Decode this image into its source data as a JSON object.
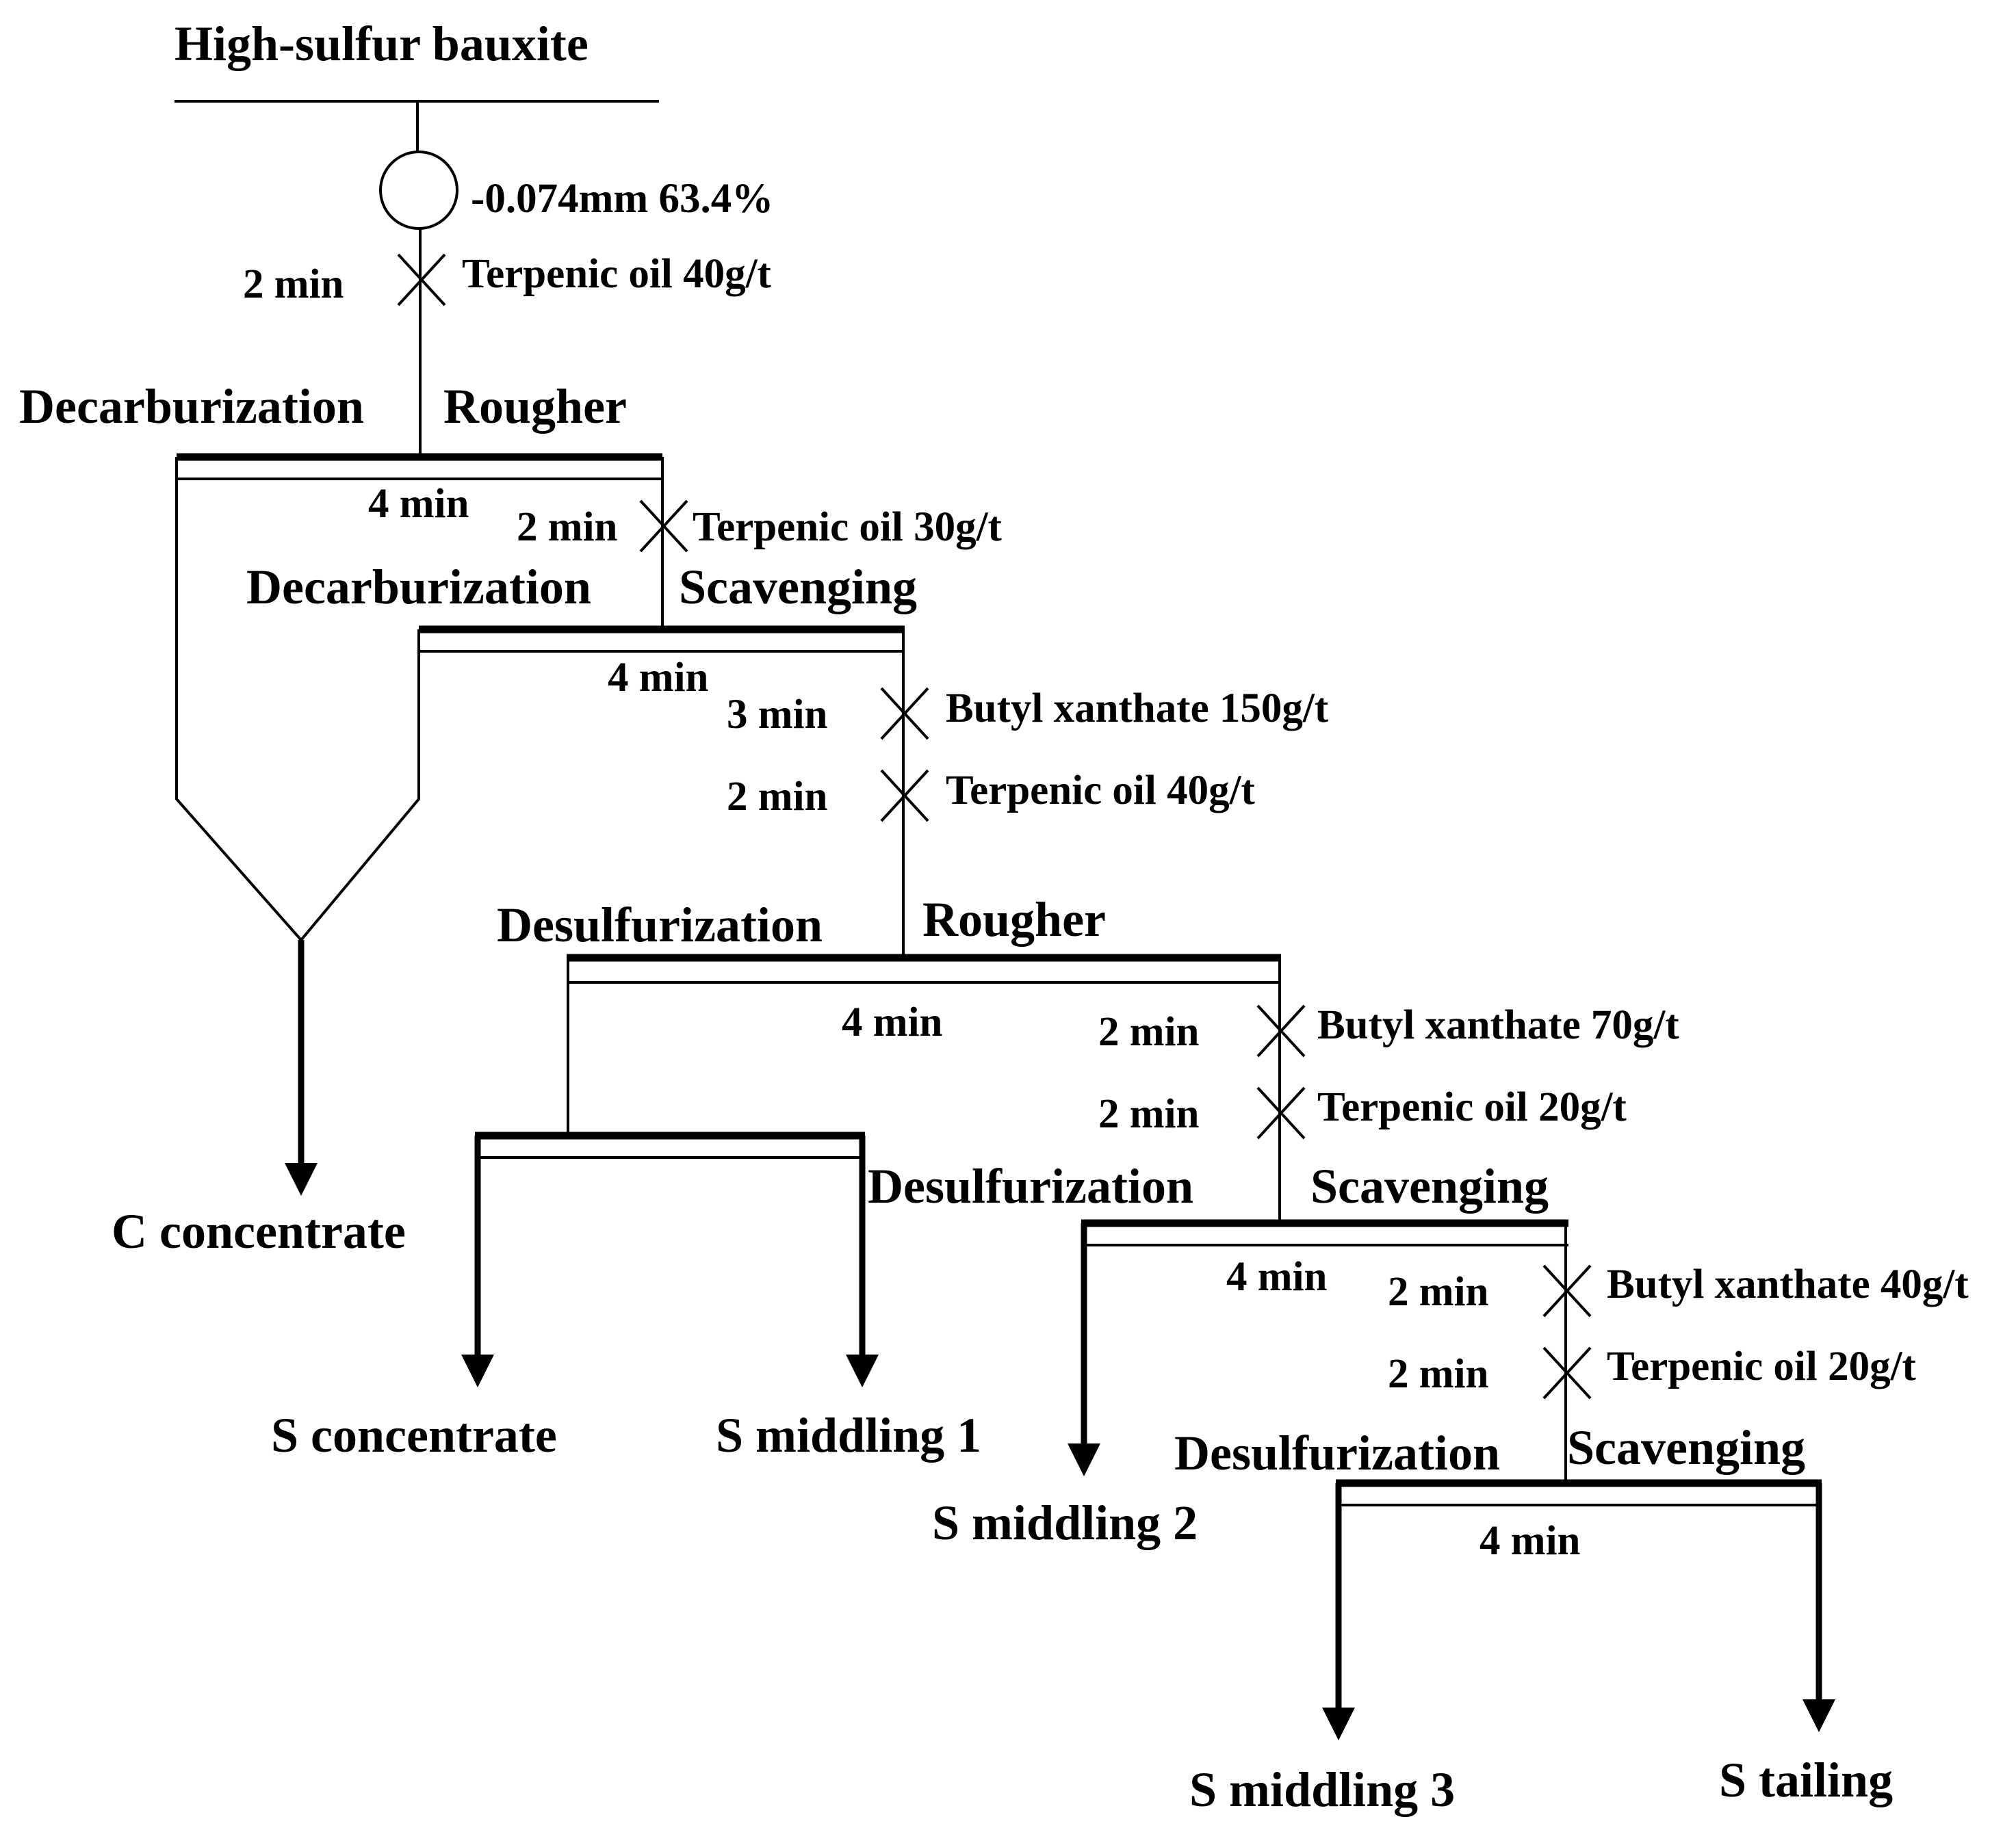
{
  "title": "High-sulfur bauxite",
  "grinding": "-0.074mm 63.4%",
  "stages": [
    {
      "op": "Decarburization",
      "type": "Rougher",
      "time": "4 min",
      "reagents": [
        {
          "time": "2 min",
          "label": "Terpenic oil 40g/t"
        }
      ]
    },
    {
      "op": "Decarburization",
      "type": "Scavenging",
      "time": "4 min",
      "reagents": [
        {
          "time": "2 min",
          "label": "Terpenic oil 30g/t"
        }
      ]
    },
    {
      "op": "Desulfurization",
      "type": "Rougher",
      "time": "4 min",
      "reagents": [
        {
          "time": "3 min",
          "label": "Butyl xanthate 150g/t"
        },
        {
          "time": "2 min",
          "label": "Terpenic oil 40g/t"
        }
      ]
    },
    {
      "op": "Desulfurization",
      "type": "Scavenging",
      "time": "4 min",
      "reagents": [
        {
          "time": "2 min",
          "label": "Butyl xanthate 70g/t"
        },
        {
          "time": "2 min",
          "label": "Terpenic oil 20g/t"
        }
      ]
    },
    {
      "op": "Desulfurization",
      "type": "Scavenging",
      "time": "4 min",
      "reagents": [
        {
          "time": "2 min",
          "label": "Butyl xanthate 40g/t"
        },
        {
          "time": "2 min",
          "label": "Terpenic oil 20g/t"
        }
      ]
    }
  ],
  "products": {
    "c_concentrate": "C concentrate",
    "s_concentrate": "S concentrate",
    "s_middling_1": "S middling 1",
    "s_middling_2": "S middling 2",
    "s_middling_3": "S middling 3",
    "s_tailing": "S tailing"
  }
}
